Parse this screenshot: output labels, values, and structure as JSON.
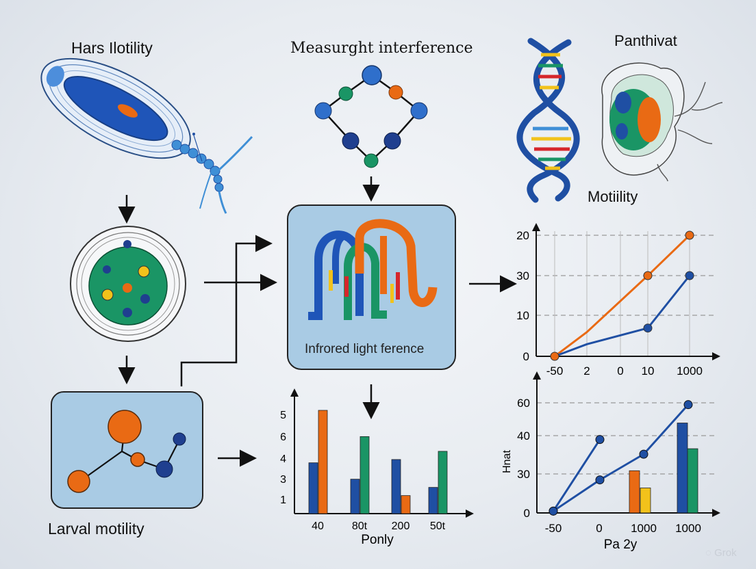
{
  "titles": {
    "top_left": "Hars Ilotility",
    "top_center": "Measurght interference",
    "top_right": "Panthivat",
    "mid_right": "Motiility",
    "bottom_left": "Larval motility",
    "center_box": "Infrored light ference"
  },
  "watermark": "Grok",
  "colors": {
    "blue": "#1f4fa3",
    "light_blue": "#3f8fd6",
    "orange": "#e96a14",
    "green": "#1a9565",
    "yellow": "#f2c21b",
    "red": "#d6262b",
    "panel": "#a9cbe4"
  },
  "icons": [
    "protozoan-illustration",
    "molecule-network",
    "dna-helix-icon",
    "cell-illustration",
    "protein-ribbon",
    "molecule-icon",
    "arrow-icon"
  ],
  "chart_data": [
    {
      "type": "line",
      "title": "",
      "x_ticks": [
        "-50",
        "2",
        "0",
        "10",
        "1000"
      ],
      "y_ticks": [
        "0",
        "10",
        "30",
        "20"
      ],
      "series": [
        {
          "color": "orange",
          "points": [
            [
              0,
              0
            ],
            [
              1,
              0.6
            ],
            [
              3,
              2.0
            ],
            [
              4,
              3.0
            ]
          ]
        },
        {
          "color": "blue",
          "points": [
            [
              0,
              0
            ],
            [
              1,
              0.3
            ],
            [
              3,
              0.7
            ],
            [
              4,
              2.0
            ]
          ]
        }
      ]
    },
    {
      "type": "bar",
      "xlabel": "Ponly",
      "categories": [
        "40",
        "80t",
        "200",
        "50t"
      ],
      "y_ticks": [
        "1",
        "3",
        "4",
        "6",
        "5"
      ],
      "series": [
        {
          "color": "blue",
          "values": [
            3.1,
            2.1,
            3.3,
            1.6
          ]
        },
        {
          "color": "orange",
          "values": [
            6.3,
            null,
            1.1,
            null
          ]
        },
        {
          "color": "green",
          "values": [
            null,
            4.7,
            null,
            3.8
          ]
        }
      ]
    },
    {
      "type": "bar+line",
      "xlabel": "Pa 2y",
      "ylabel": "Hnat",
      "x_ticks": [
        "-50",
        "0",
        "1000",
        "1000"
      ],
      "y_ticks": [
        "0",
        "30",
        "40",
        "60"
      ],
      "bars": [
        {
          "color": "orange",
          "value": 1.15
        },
        {
          "color": "yellow",
          "value": 0.68
        },
        {
          "color": "blue",
          "value": 2.45
        },
        {
          "color": "green",
          "value": 1.75
        }
      ],
      "series": [
        {
          "color": "blue",
          "points": [
            [
              0,
              0.05
            ],
            [
              1,
              2.0
            ]
          ]
        },
        {
          "color": "blue",
          "points": [
            [
              0,
              0.05
            ],
            [
              1,
              0.9
            ],
            [
              2,
              1.6
            ],
            [
              3,
              2.95
            ]
          ]
        }
      ]
    }
  ]
}
